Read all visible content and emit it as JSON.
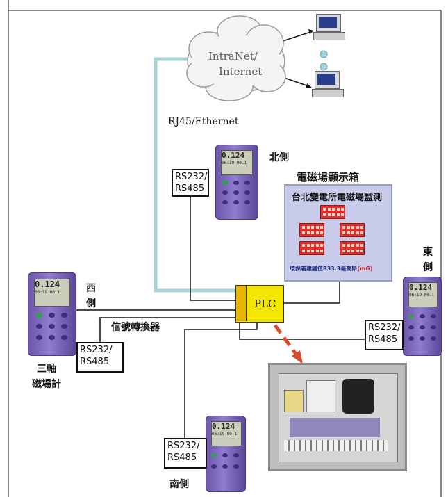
{
  "cloud": {
    "line1": "IntraNet/",
    "line2": "Internet"
  },
  "network": {
    "connection_label": "RJ45/Ethernet"
  },
  "meters": {
    "north": {
      "label": "北側",
      "converter": [
        "RS232/",
        "RS485"
      ]
    },
    "east": {
      "label_line1": "東",
      "label_line2": "側",
      "converter": [
        "RS232/",
        "RS485"
      ]
    },
    "west": {
      "label_line1": "西",
      "label_line2": "側",
      "converter": [
        "RS232/",
        "RS485"
      ],
      "converter_label": "信號轉換器"
    },
    "south": {
      "label": "南側",
      "converter": [
        "RS232/",
        "RS485"
      ]
    }
  },
  "meter_device": {
    "name_line1": "三軸",
    "name_line2": "磁場計",
    "reading": "0.124",
    "sub_reading": "06:19 00.1"
  },
  "display_board": {
    "caption": "電磁場顯示箱",
    "title": "台北變電所電磁場監測",
    "footer_text": "環保署建議值833.3毫高斯",
    "footer_unit": "(mG)",
    "panel_color": "#c8cbe9",
    "led_color": "#e0312b"
  },
  "plc": {
    "label": "PLC",
    "color": "#f3e600"
  },
  "colors": {
    "ethernet_line": "#a9d4d7",
    "arrow_dashed": "#d94a2b"
  }
}
